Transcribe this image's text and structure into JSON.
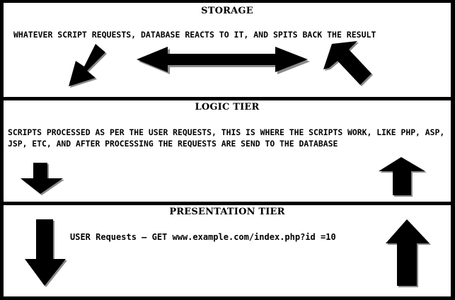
{
  "colors": {
    "background": "#000000",
    "panel": "#ffffff",
    "arrow_fill": "#000000",
    "arrow_outline": "#8a8a8a"
  },
  "storage": {
    "title": "STORAGE",
    "description": "WHATEVER SCRIPT REQUESTS, DATABASE REACTS TO IT, AND SPITS BACK THE RESULT",
    "arrows": [
      "arrow-down-left",
      "arrow-left-right",
      "arrow-up-left"
    ]
  },
  "logic": {
    "title": "LOGIC TIER",
    "description": "SCRIPTS PROCESSED AS PER THE USER REQUESTS, THIS IS WHERE THE SCRIPTS WORK, LIKE PHP, ASP, JSP, ETC, AND AFTER PROCESSING THE REQUESTS ARE SEND TO THE DATABASE",
    "arrows": [
      "arrow-down",
      "arrow-up"
    ]
  },
  "presentation": {
    "title": "PRESENTATION TIER",
    "description": "USER Requests – GET www.example.com/index.php?id =10",
    "arrows": [
      "arrow-down",
      "arrow-up"
    ]
  }
}
